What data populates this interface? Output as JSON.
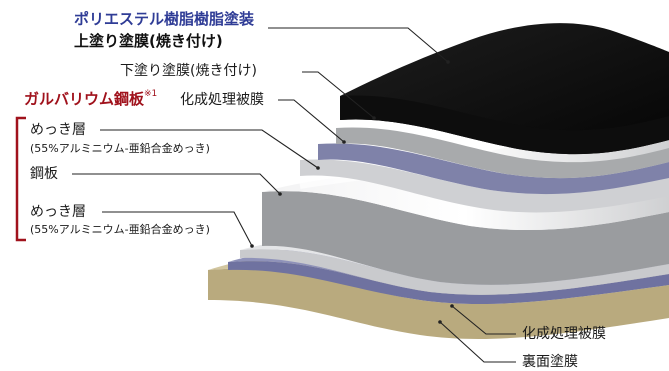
{
  "colors": {
    "topcoat": "#0d0d0d",
    "undercoat": "#a8aaac",
    "conversion": "#7f82a9",
    "plating": "#d9dadc",
    "steel": "#9d9fa1",
    "backcoat": "#c7b991",
    "brace": "#a0121c",
    "title_blue": "#2f3c96"
  },
  "labels": {
    "topcoat_title": "ポリエステル樹脂樹脂塗装",
    "topcoat_sub": "上塗り塗膜(焼き付け)",
    "undercoat": "下塗り塗膜(焼き付け)",
    "conversion_top": "化成処理被膜",
    "galvalume": "ガルバリウム鋼板",
    "galvalume_note": "※1",
    "plating_top": "めっき層",
    "plating_top_detail": "(55%アルミニウム-亜鉛合金めっき)",
    "steel": "鋼板",
    "plating_bottom": "めっき層",
    "plating_bottom_detail": "(55%アルミニウム-亜鉛合金めっき)",
    "conversion_bottom": "化成処理被膜",
    "backcoat": "裏面塗膜"
  }
}
